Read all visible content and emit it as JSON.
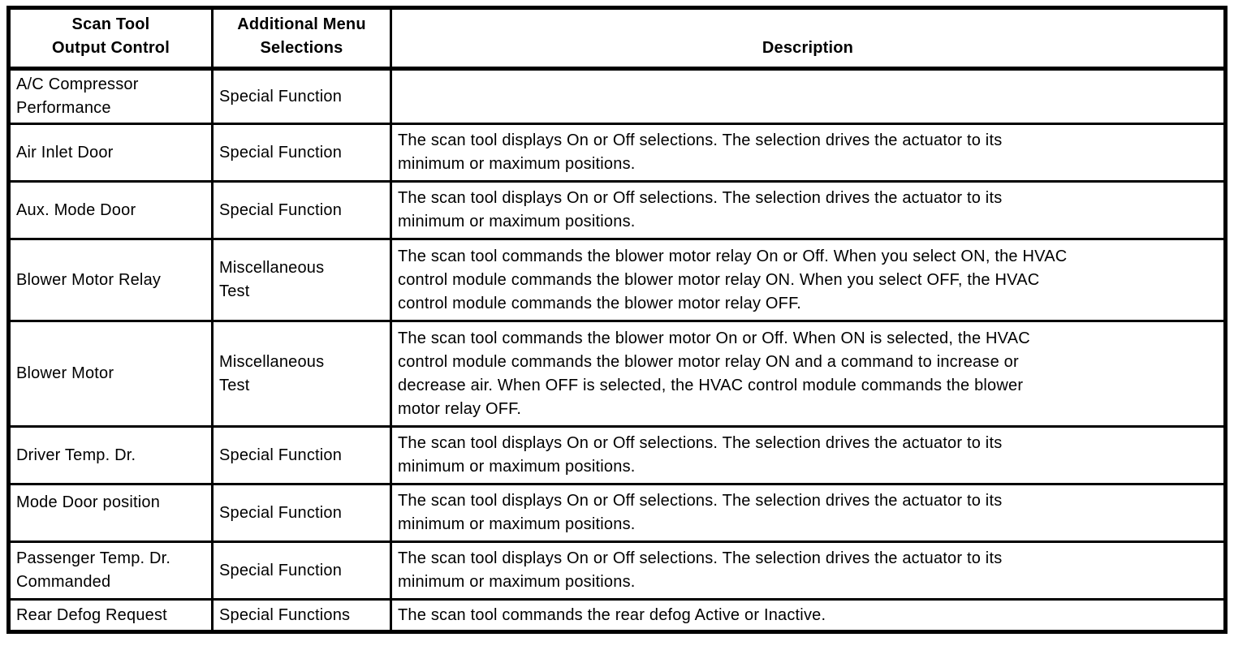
{
  "document": {
    "background_color": "#ffffff",
    "text_color": "#000000",
    "border_color": "#000000"
  },
  "table": {
    "columns": [
      {
        "id": "output_control",
        "label": "Scan Tool\nOutput Control"
      },
      {
        "id": "menu_selections",
        "label": "Additional Menu\nSelections"
      },
      {
        "id": "description",
        "label": "Description"
      }
    ],
    "rows": [
      {
        "control": "A/C Compressor\nPerformance",
        "menu": "Special Function",
        "description": ""
      },
      {
        "control": "Air Inlet Door",
        "menu": "Special Function",
        "description": "The scan tool displays On or Off selections. The selection drives the actuator to its\nminimum or maximum positions."
      },
      {
        "control": "Aux. Mode Door",
        "menu": "Special Function",
        "description": "The scan tool displays On or Off selections. The selection drives the actuator to its\nminimum or maximum positions."
      },
      {
        "control": "Blower Motor Relay",
        "menu": "Miscellaneous\nTest",
        "description": "The scan tool commands the blower motor relay On or Off. When you select ON, the HVAC\ncontrol module commands the blower motor relay ON. When you select OFF, the HVAC\ncontrol module commands the blower motor relay OFF."
      },
      {
        "control": "Blower Motor",
        "menu": "Miscellaneous\nTest",
        "description": "The scan tool commands the blower motor On or Off. When ON is selected, the HVAC\ncontrol module commands the blower motor relay ON and a command to increase or\ndecrease air. When OFF is selected, the HVAC control module commands the blower\nmotor relay OFF."
      },
      {
        "control": "Driver Temp. Dr.",
        "menu": "Special Function",
        "description": "The scan tool displays On or Off selections. The selection drives the actuator to its\nminimum or maximum positions."
      },
      {
        "control": "Mode Door position",
        "menu": "Special Function",
        "description": "The scan tool displays On or Off selections. The selection drives the actuator to its\nminimum or maximum positions."
      },
      {
        "control": "Passenger Temp. Dr.\nCommanded",
        "menu": "Special Function",
        "description": "The scan tool displays On or Off selections. The selection drives the actuator to its\nminimum or maximum positions."
      },
      {
        "control": "Rear Defog Request",
        "menu": "Special Functions",
        "description": "The scan tool commands the rear defog Active or Inactive."
      }
    ]
  }
}
